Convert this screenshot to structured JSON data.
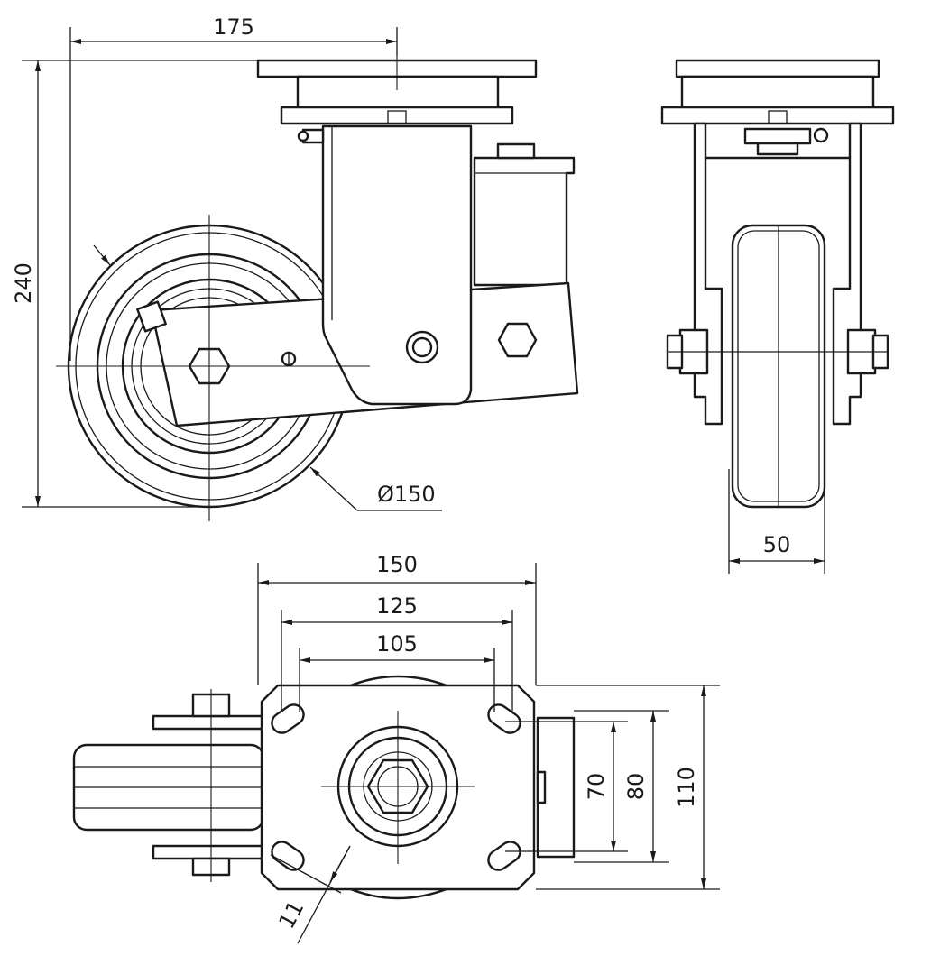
{
  "dimensions": {
    "overall_width": "175",
    "overall_height": "240",
    "wheel_diameter": "Ø150",
    "wheel_width": "50",
    "plate_length": "150",
    "bolt_pitch_outer": "125",
    "bolt_pitch_inner": "105",
    "hole_spacing_small": "70",
    "hole_spacing_large": "80",
    "plate_width": "110",
    "slot_width": "11"
  }
}
